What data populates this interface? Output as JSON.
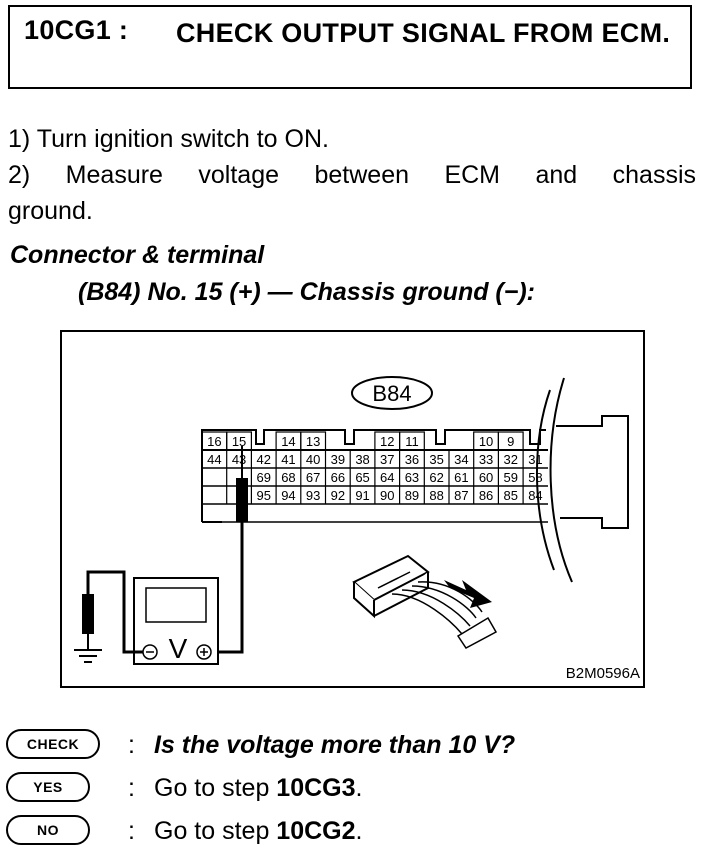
{
  "header": {
    "step_id": "10CG1 :",
    "title": "CHECK OUTPUT SIGNAL FROM ECM."
  },
  "instructions": {
    "step1": "1) Turn ignition switch to ON.",
    "step2_line1": "2) Measure voltage between ECM and chassis",
    "step2_line2": "ground."
  },
  "connector": {
    "heading": "Connector & terminal",
    "spec": "(B84) No. 15 (+) — Chassis ground (−):"
  },
  "figure": {
    "connector_label": "B84",
    "figure_code": "B2M0596A",
    "meter_symbol": "V",
    "row1": [
      "16",
      "15",
      "",
      "14",
      "13",
      "",
      "",
      "12",
      "11",
      "",
      "",
      "10",
      "9",
      ""
    ],
    "row2": [
      "44",
      "43",
      "42",
      "41",
      "40",
      "39",
      "38",
      "37",
      "36",
      "35",
      "34",
      "33",
      "32",
      "31"
    ],
    "row3": [
      "",
      "",
      "69",
      "68",
      "67",
      "66",
      "65",
      "64",
      "63",
      "62",
      "61",
      "60",
      "59",
      "58"
    ],
    "row4": [
      "",
      "",
      "95",
      "94",
      "93",
      "92",
      "91",
      "90",
      "89",
      "88",
      "87",
      "86",
      "85",
      "84"
    ]
  },
  "qa": {
    "check_badge": "CHECK",
    "check_text": "Is the voltage more than 10 V?",
    "yes_badge": "YES",
    "yes_prefix": "Go to step ",
    "yes_step": "10CG3",
    "no_badge": "NO",
    "no_prefix": "Go to step ",
    "no_step": "10CG2",
    "colon": ":",
    "period": "."
  }
}
